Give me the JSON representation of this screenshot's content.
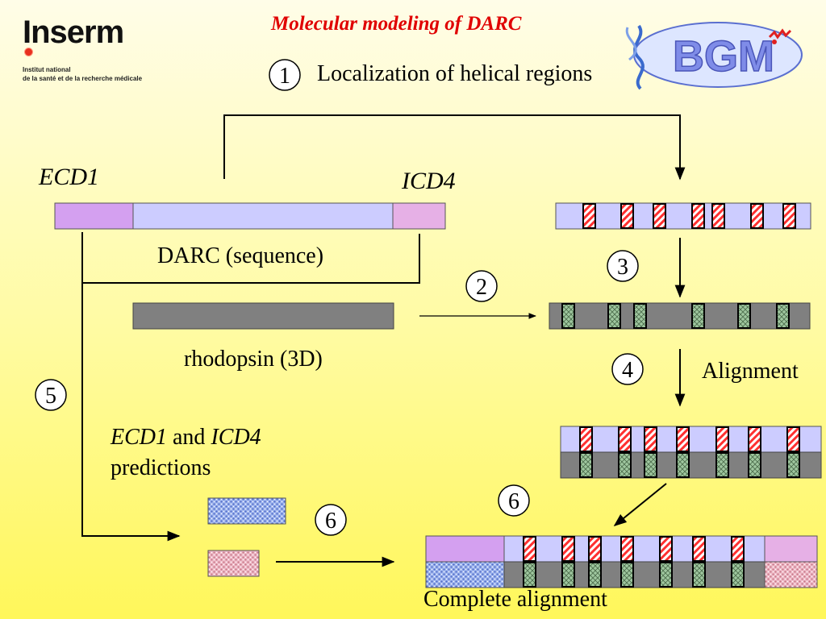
{
  "header": {
    "title": "Molecular modeling of DARC",
    "step1_number": "1",
    "step1_label": "Localization of helical regions"
  },
  "logos": {
    "inserm": {
      "name": "Inserm",
      "line1": "Institut national",
      "line2": "de la santé et de la recherche médicale",
      "dot_color": "#e83020"
    },
    "bgm": {
      "name": "BGM"
    }
  },
  "labels": {
    "ecd1": "ECD1",
    "icd4": "ICD4",
    "darc_sequence": "DARC (sequence)",
    "rhodopsin": "rhodopsin (3D)",
    "alignment": "Alignment",
    "predictions_ecd1": "ECD1",
    "predictions_and": " and ",
    "predictions_icd4": "ICD4",
    "predictions_word": "predictions",
    "complete_alignment": "Complete alignment"
  },
  "steps": {
    "s2": "2",
    "s3": "3",
    "s4": "4",
    "s5": "5",
    "s6a": "6",
    "s6b": "6"
  },
  "colors": {
    "ecd1": "#d4a0f0",
    "darc": "#ccccff",
    "icd4": "#e6b0e6",
    "rhodopsin": "#808080",
    "helix_red": "#ff3030",
    "helix_green": "#8fbc8f",
    "predict_blue": "#8fa8e8",
    "predict_pink": "#e8a8b8"
  }
}
